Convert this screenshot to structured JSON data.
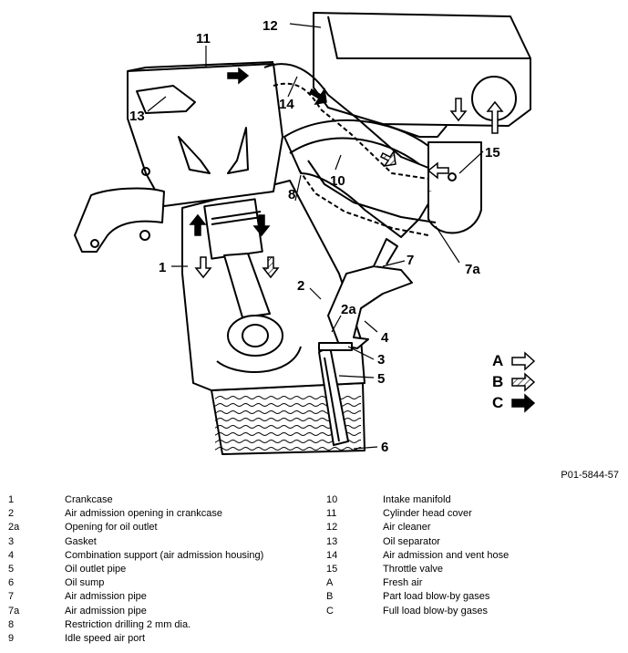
{
  "figure_ref": "P01-5844-57",
  "callouts": {
    "c1": "1",
    "c2": "2",
    "c2a": "2a",
    "c3": "3",
    "c4": "4",
    "c5": "5",
    "c6": "6",
    "c7": "7",
    "c7a": "7a",
    "c8": "8",
    "c10": "10",
    "c11": "11",
    "c12": "12",
    "c13": "13",
    "c14": "14",
    "c15": "15"
  },
  "flow_legend": [
    {
      "letter": "A",
      "style": "outline"
    },
    {
      "letter": "B",
      "style": "hatched"
    },
    {
      "letter": "C",
      "style": "solid"
    }
  ],
  "legend_left": [
    {
      "key": "1",
      "text": "Crankcase"
    },
    {
      "key": "2",
      "text": "Air admission opening in crankcase"
    },
    {
      "key": "2a",
      "text": "Opening for oil outlet"
    },
    {
      "key": "3",
      "text": "Gasket"
    },
    {
      "key": "4",
      "text": "Combination support (air admission housing)"
    },
    {
      "key": "5",
      "text": "Oil outlet pipe"
    },
    {
      "key": "6",
      "text": "Oil sump"
    },
    {
      "key": "7",
      "text": "Air admission pipe"
    },
    {
      "key": "7a",
      "text": "Air admission pipe"
    },
    {
      "key": "8",
      "text": "Restriction drilling 2 mm dia."
    },
    {
      "key": "9",
      "text": "Idle speed air port"
    }
  ],
  "legend_right": [
    {
      "key": "10",
      "text": "Intake manifold"
    },
    {
      "key": "11",
      "text": "Cylinder head cover"
    },
    {
      "key": "12",
      "text": "Air cleaner"
    },
    {
      "key": "13",
      "text": "Oil separator"
    },
    {
      "key": "14",
      "text": "Air admission and vent hose"
    },
    {
      "key": "15",
      "text": "Throttle valve"
    },
    {
      "key": "A",
      "text": "Fresh air"
    },
    {
      "key": "B",
      "text": "Part load blow-by gases"
    },
    {
      "key": "C",
      "text": "Full load blow-by gases"
    }
  ]
}
